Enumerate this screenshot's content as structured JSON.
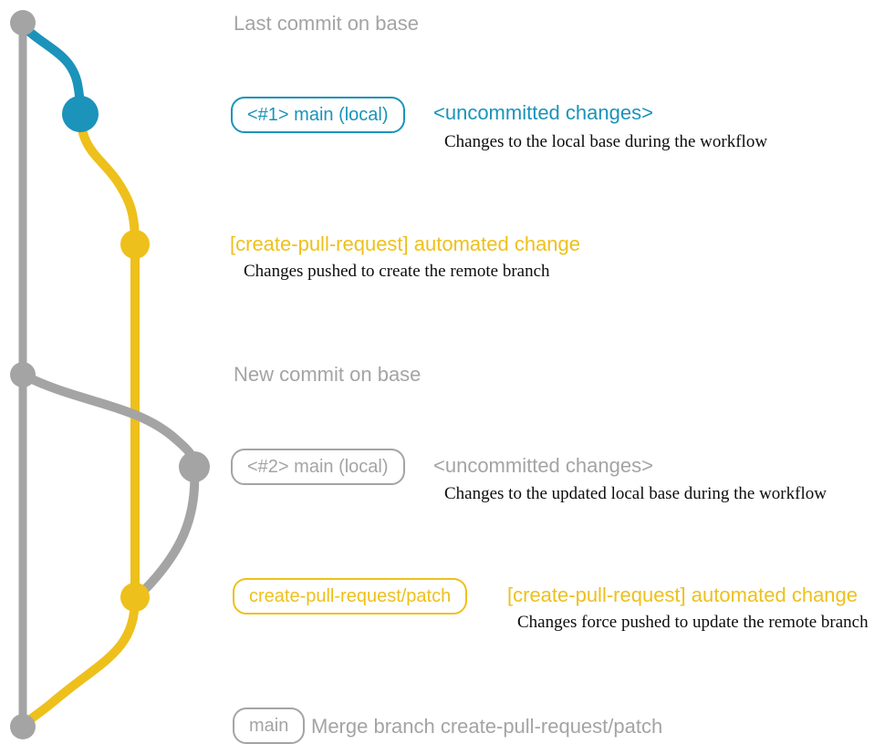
{
  "colors": {
    "gray": "#a4a4a4",
    "blue": "#1b93ba",
    "yellow": "#eec01b",
    "ink": "#0d0d0d",
    "bg": "#ffffff"
  },
  "graph": {
    "branches": [
      {
        "id": "base",
        "color_key": "gray"
      },
      {
        "id": "main-local",
        "color_key": "blue"
      },
      {
        "id": "create-pull-request-patch",
        "color_key": "yellow"
      }
    ],
    "commit_count": 7
  },
  "annotations": {
    "last_commit_title": "Last commit on base",
    "row1": {
      "badge": "<#1> main (local)",
      "note": "<uncommitted changes>",
      "desc": "Changes to the local base during the workflow"
    },
    "row2": {
      "label": "[create-pull-request] automated change",
      "desc": "Changes pushed to create the remote branch"
    },
    "new_commit_title": "New commit on base",
    "row3": {
      "badge": "<#2> main (local)",
      "note": "<uncommitted changes>",
      "desc": "Changes to the updated local base during the workflow"
    },
    "row4": {
      "badge": "create-pull-request/patch",
      "label": "[create-pull-request] automated change",
      "desc": "Changes force pushed to update the remote branch"
    },
    "row5": {
      "badge": "main",
      "label": "Merge branch create-pull-request/patch"
    }
  }
}
